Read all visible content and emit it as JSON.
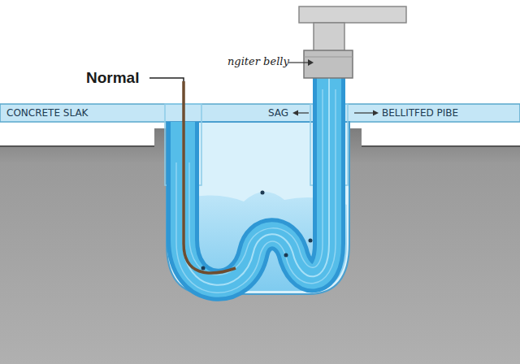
{
  "diagram": {
    "nodes": [
      {
        "text": [
          "CONCRETE SLAK",
          "SAG",
          "BELLITFED PIBE"
        ]
      }
    ],
    "labels": [
      "ngiter belly",
      "Normal"
    ]
  }
}
